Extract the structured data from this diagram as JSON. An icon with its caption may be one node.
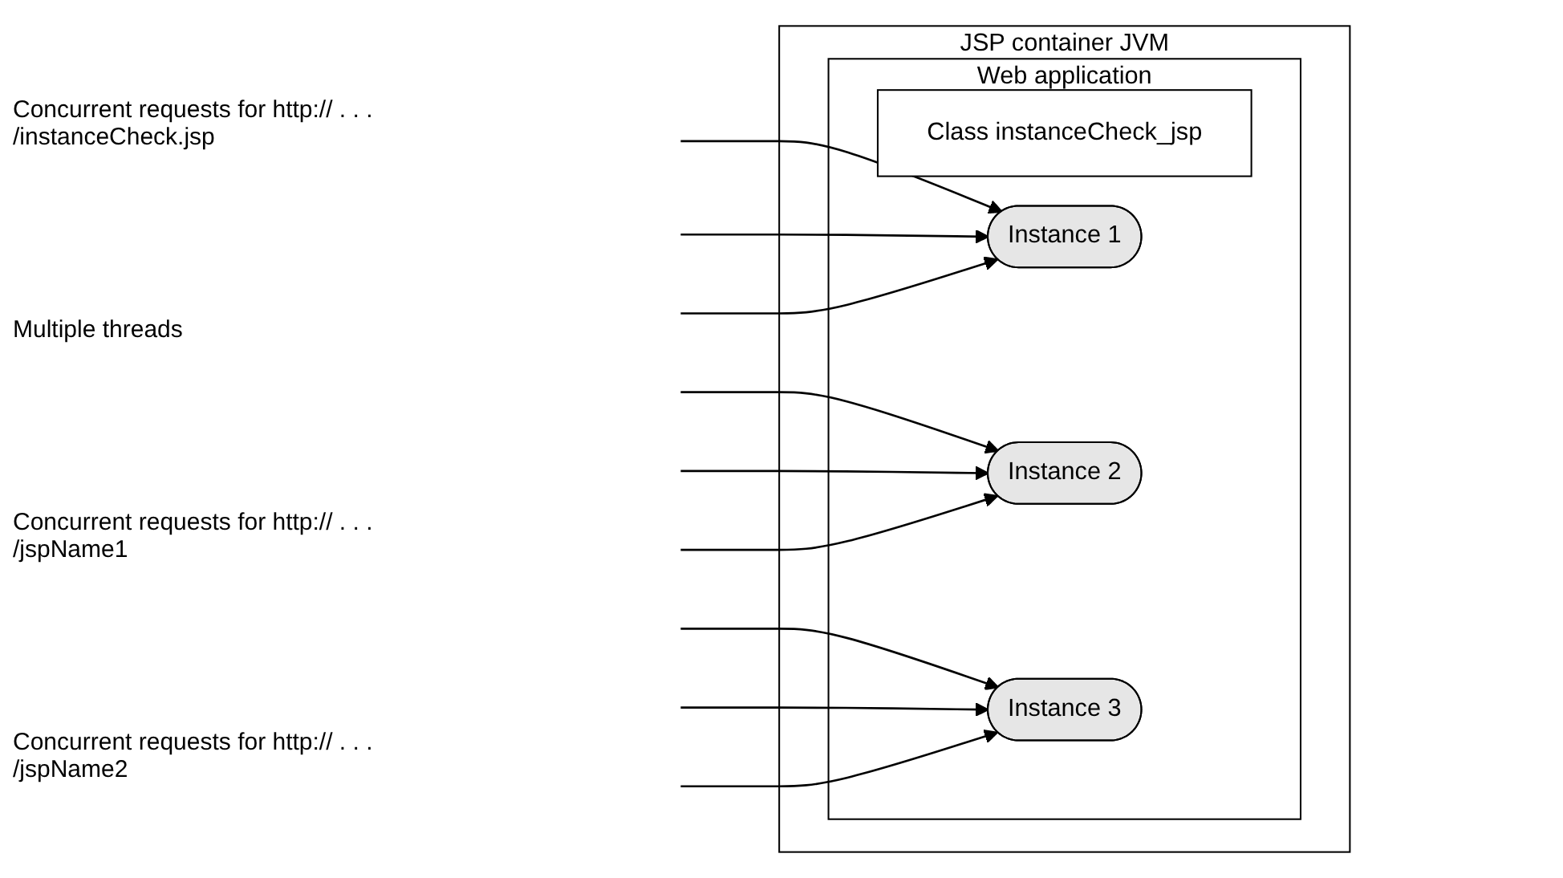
{
  "diagram": {
    "nodes": [
      {
        "text": [
          "JSP container JVM"
        ]
      },
      {
        "text": [
          "Web application"
        ],
        "in": 0
      },
      {
        "text": [
          "Class instanceCheck_jsp"
        ],
        "in": 1
      },
      {
        "text": [
          "Instance 1"
        ],
        "in": 1
      },
      {
        "text": [
          "Instance 2"
        ],
        "in": 1
      },
      {
        "text": [
          "Instance 3"
        ],
        "in": 1
      }
    ],
    "edges": [
      {
        "from": null,
        "to": 3,
        "arrow": "to"
      },
      {
        "from": null,
        "to": 3,
        "arrow": "to"
      },
      {
        "from": null,
        "to": 3,
        "arrow": "to"
      },
      {
        "from": null,
        "to": 4,
        "arrow": "to"
      },
      {
        "from": null,
        "to": 4,
        "arrow": "to"
      },
      {
        "from": null,
        "to": 4,
        "arrow": "to"
      },
      {
        "from": null,
        "to": 5,
        "arrow": "to"
      },
      {
        "from": null,
        "to": 5,
        "arrow": "to"
      },
      {
        "from": null,
        "to": 5,
        "arrow": "to"
      }
    ],
    "labels": [
      "Concurrent requests for http:// . . . /instanceCheck.jsp",
      "Multiple threads",
      "Concurrent requests for http:// . . . /jspName1",
      "Concurrent requests for http:// . . . /jspName2"
    ]
  }
}
